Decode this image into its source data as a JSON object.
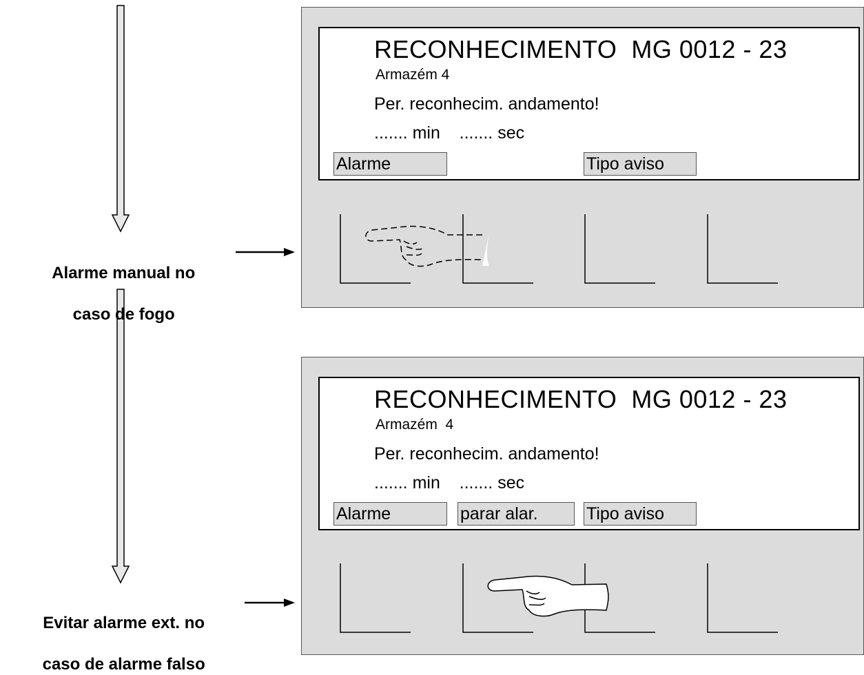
{
  "panels": [
    {
      "title": "RECONHECIMENTO  MG 0012 - 23",
      "location": "Armazém 4",
      "message": "Per. reconhecim. andamento!",
      "timer": "....... min    ....... sec",
      "softkeys": [
        "Alarme",
        "Tipo aviso"
      ]
    },
    {
      "title": "RECONHECIMENTO  MG 0012 - 23",
      "location": "Armazém  4",
      "message": "Per. reconhecim. andamento!",
      "timer": "....... min    ....... sec",
      "softkeys": [
        "Alarme",
        "parar alar.",
        "Tipo aviso"
      ]
    }
  ],
  "steps": [
    {
      "line1": "Alarme manual no",
      "line2": "caso de fogo"
    },
    {
      "line1": "Evitar alarme ext. no",
      "line2": "caso de alarme falso"
    }
  ],
  "icons": [
    "pointing-hand-icon",
    "arrow-right-icon",
    "arrow-down-icon"
  ],
  "colors": {
    "panel_fill": "#dcdcdc",
    "screen_fill": "#ffffff",
    "line": "#000000"
  }
}
